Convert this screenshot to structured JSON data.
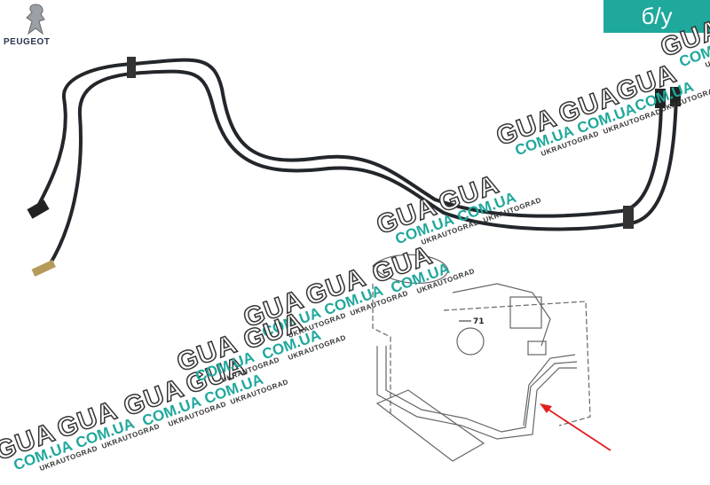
{
  "brand": {
    "logo_text": "PEUGEOT",
    "icon": "peugeot-lion-icon"
  },
  "badge": {
    "label": "б/у",
    "color": "#1fa89c"
  },
  "watermark": {
    "big": "GUA",
    "domain": "COM.UA",
    "small": "UKRAUTOGRAD"
  },
  "diagram": {
    "callout_label": "71",
    "arrow_color": "#e02020"
  }
}
